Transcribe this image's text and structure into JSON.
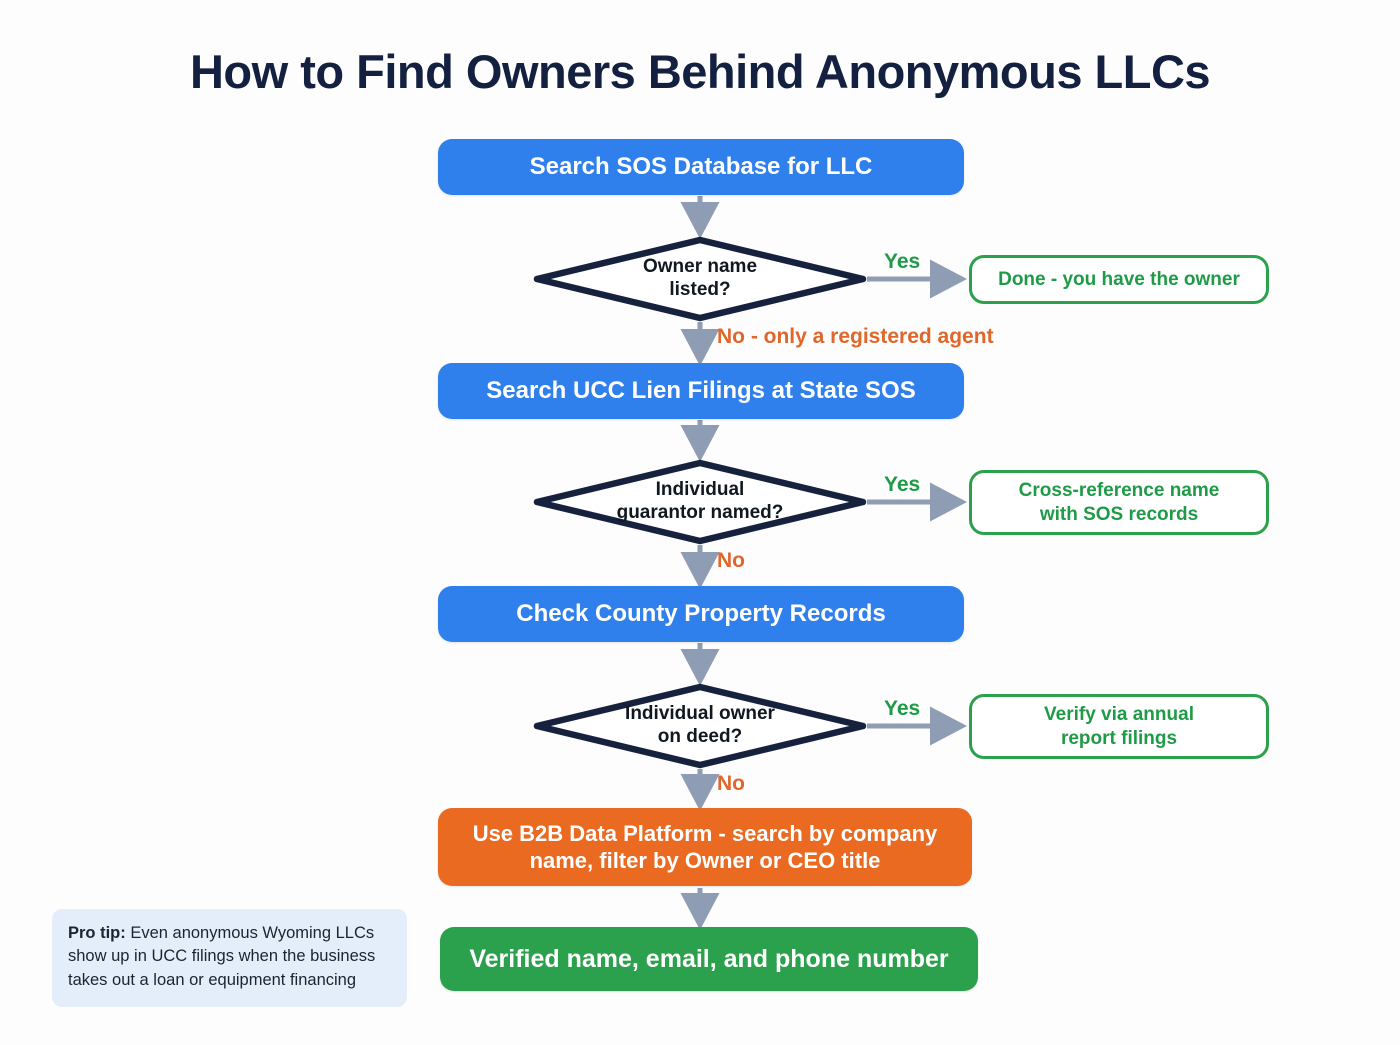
{
  "page": {
    "title": "How to Find Owners Behind Anonymous LLCs",
    "background_color": "#fdfdfd"
  },
  "colors": {
    "process_blue": "#2f80ed",
    "process_orange": "#ea6a22",
    "result_green": "#2ba14d",
    "outcome_border_green": "#2ba04d",
    "outcome_text_green": "#1f9b48",
    "diamond_stroke": "#16213e",
    "connector_gray": "#8e9cb4",
    "yes_label": "#1f9b48",
    "no_label": "#e0662a",
    "title_navy": "#13203f",
    "protip_background": "#e4eefb"
  },
  "flow": {
    "steps": [
      {
        "id": "step-search-sos",
        "label": "Search SOS Database for LLC",
        "type": "process",
        "color": "blue"
      },
      {
        "id": "step-search-ucc",
        "label": "Search UCC Lien Filings at State SOS",
        "type": "process",
        "color": "blue"
      },
      {
        "id": "step-check-county",
        "label": "Check County Property Records",
        "type": "process",
        "color": "blue"
      },
      {
        "id": "step-b2b-platform",
        "label": "Use B2B Data Platform - search by company name, filter by Owner or CEO title",
        "type": "process",
        "color": "orange"
      },
      {
        "id": "step-verified-contact",
        "label": "Verified name, email, and phone number",
        "type": "result",
        "color": "green"
      }
    ],
    "decisions": [
      {
        "id": "decision-owner-name",
        "line1": "Owner name",
        "line2": "listed?"
      },
      {
        "id": "decision-guarantor",
        "line1": "Individual",
        "line2": "guarantor named?"
      },
      {
        "id": "decision-owner-on-deed",
        "line1": "Individual owner",
        "line2": "on deed?"
      }
    ],
    "outcomes": [
      {
        "id": "outcome-done-owner",
        "line1": "Done - you have the owner",
        "line2": ""
      },
      {
        "id": "outcome-cross-ref",
        "line1": "Cross-reference name",
        "line2": "with SOS records"
      },
      {
        "id": "outcome-verify-annual",
        "line1": "Verify via annual",
        "line2": "report filings"
      }
    ],
    "edge_labels": {
      "yes_1": "Yes",
      "yes_2": "Yes",
      "yes_3": "Yes",
      "no_1": "No - only a registered agent",
      "no_2": "No",
      "no_3": "No"
    }
  },
  "protip": {
    "lead": "Pro tip:",
    "body": " Even anonymous Wyoming LLCs show up in UCC filings when the business takes out a loan or equipment financing"
  }
}
